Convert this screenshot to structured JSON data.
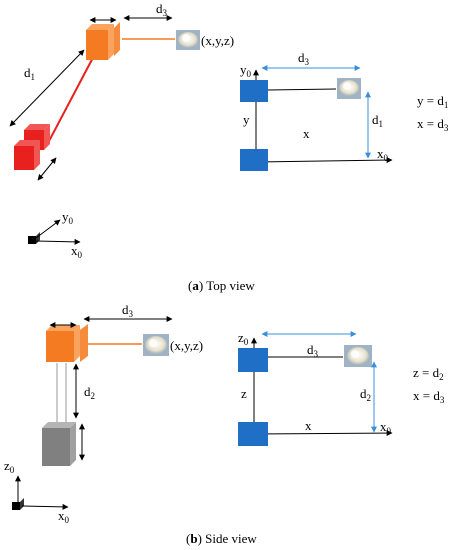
{
  "top_view": {
    "robot": {
      "d1": "d",
      "d1_sub": "1",
      "d3": "d",
      "d3_sub": "3",
      "point": "(x,y,z)",
      "axis_y": "y",
      "axis_y_sub": "0",
      "axis_x": "x",
      "axis_x_sub": "0"
    },
    "schematic": {
      "y0": "y",
      "y0_sub": "0",
      "d3": "d",
      "d3_sub": "3",
      "y": "y",
      "x": "x",
      "d1": "d",
      "d1_sub": "1",
      "x0": "x",
      "x0_sub": "0"
    },
    "equations": {
      "eq1": "y = d",
      "eq1_sub": "1",
      "eq2": "x = d",
      "eq2_sub": "3"
    },
    "caption": {
      "open": "(",
      "letter": "a",
      "rest": ") Top view"
    }
  },
  "side_view": {
    "robot": {
      "d3": "d",
      "d3_sub": "3",
      "point": "(x,y,z)",
      "d2": "d",
      "d2_sub": "2",
      "axis_z": "z",
      "axis_z_sub": "0",
      "axis_x": "x",
      "axis_x_sub": "0"
    },
    "schematic": {
      "z0": "z",
      "z0_sub": "0",
      "d3": "d",
      "d3_sub": "3",
      "z": "z",
      "x": "x",
      "d2": "d",
      "d2_sub": "2",
      "x0": "x",
      "x0_sub": "0"
    },
    "equations": {
      "eq1": "z = d",
      "eq1_sub": "2",
      "eq2": "x = d",
      "eq2_sub": "3"
    },
    "caption": {
      "open": "(",
      "letter": "b",
      "rest": ") Side view"
    }
  },
  "colors": {
    "orange": "#F47B22",
    "red": "#E8201E",
    "gray": "#808080",
    "blue": "#1F6FC7",
    "arrow_blue": "#3B8FD9",
    "red_line": "#E8201E"
  }
}
